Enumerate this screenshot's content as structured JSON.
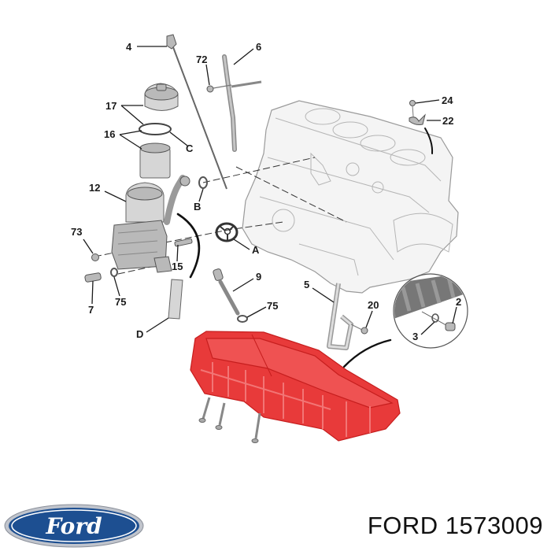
{
  "diagram": {
    "type": "exploded-parts-diagram",
    "subject": "engine block oil pan assembly",
    "highlighted_part_color": "#e83a3a",
    "callouts": [
      {
        "id": "c4",
        "label": "4",
        "part": "dipstick"
      },
      {
        "id": "c6",
        "label": "6",
        "part": "dipstick tube"
      },
      {
        "id": "c72",
        "label": "72",
        "part": "bolt"
      },
      {
        "id": "c17",
        "label": "17",
        "part": "oil filter cap"
      },
      {
        "id": "cC",
        "label": "C",
        "part": "seal ring"
      },
      {
        "id": "c16",
        "label": "16",
        "part": "oil filter element"
      },
      {
        "id": "c12",
        "label": "12",
        "part": "oil filter housing / cooler"
      },
      {
        "id": "cB",
        "label": "B",
        "part": "seal ring"
      },
      {
        "id": "c73",
        "label": "73",
        "part": "plug"
      },
      {
        "id": "c15",
        "label": "15",
        "part": "stud"
      },
      {
        "id": "cA",
        "label": "A",
        "part": "gasket"
      },
      {
        "id": "c7",
        "label": "7",
        "part": "sensor"
      },
      {
        "id": "c75a",
        "label": "75",
        "part": "washer"
      },
      {
        "id": "cD",
        "label": "D",
        "part": "pipe"
      },
      {
        "id": "c9",
        "label": "9",
        "part": "oil level sensor"
      },
      {
        "id": "c75b",
        "label": "75",
        "part": "washer"
      },
      {
        "id": "c5",
        "label": "5",
        "part": "oil pickup pipe"
      },
      {
        "id": "c20",
        "label": "20",
        "part": "bolt"
      },
      {
        "id": "c24",
        "label": "24",
        "part": "bolt"
      },
      {
        "id": "c22",
        "label": "22",
        "part": "bracket"
      },
      {
        "id": "c2",
        "label": "2",
        "part": "drain plug"
      },
      {
        "id": "c3",
        "label": "3",
        "part": "drain plug washer"
      }
    ]
  },
  "footer": {
    "brand_logo": "Ford",
    "brand_logo_colors": {
      "oval": "#1d4f91",
      "rim": "#c0c4cc",
      "text": "#ffffff"
    },
    "part_title": "FORD 1573009"
  }
}
